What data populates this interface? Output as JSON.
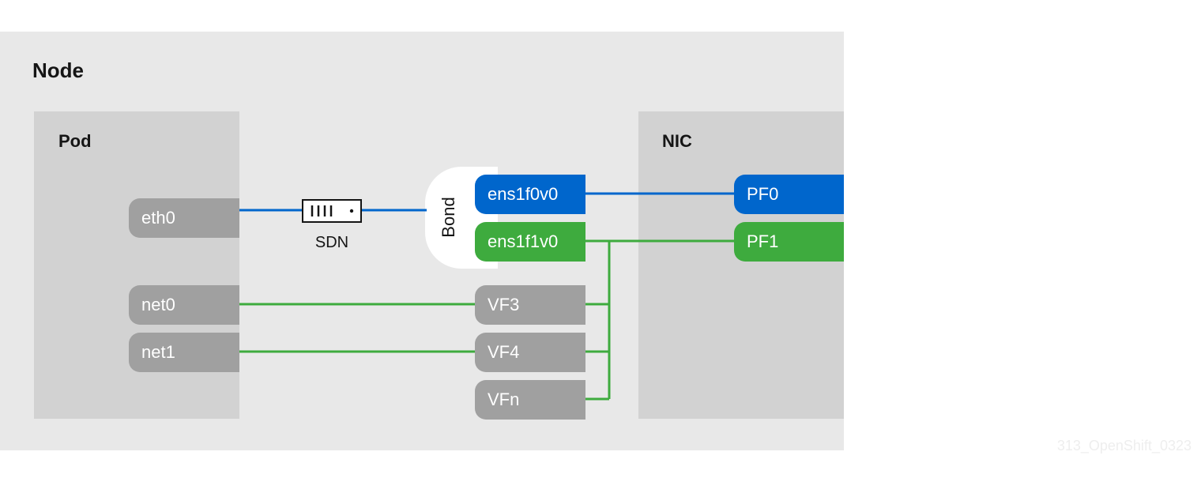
{
  "node": {
    "title": "Node"
  },
  "pod": {
    "title": "Pod",
    "interfaces": [
      "eth0",
      "net0",
      "net1"
    ]
  },
  "sdn": {
    "label": "SDN"
  },
  "bond": {
    "label": "Bond",
    "members": [
      "ens1f0v0",
      "ens1f1v0"
    ]
  },
  "vfs": [
    "VF3",
    "VF4",
    "VFn"
  ],
  "nic": {
    "title": "NIC",
    "pfs": [
      "PF0",
      "PF1"
    ]
  },
  "colors": {
    "blue": "#0066cc",
    "green": "#3eab3e",
    "grey": "#a0a0a0"
  },
  "watermark": "313_OpenShift_0323"
}
